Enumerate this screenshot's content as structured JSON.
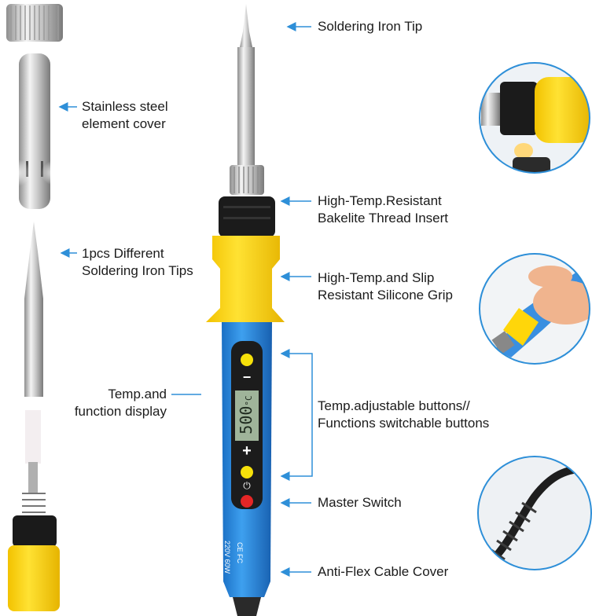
{
  "labels": {
    "tip": [
      "Soldering Iron Tip"
    ],
    "cover": [
      "Stainless steel",
      "element cover"
    ],
    "tips": [
      "1pcs Different",
      "Soldering Iron Tips"
    ],
    "insert": [
      "High-Temp.Resistant",
      "Bakelite Thread Insert"
    ],
    "grip": [
      "High-Temp.and Slip",
      "Resistant Silicone Grip"
    ],
    "display": [
      "Temp.and",
      "function display"
    ],
    "buttons": [
      "Temp.adjustable buttons//",
      "Functions switchable buttons"
    ],
    "switch": [
      "Master Switch"
    ],
    "cable": [
      "Anti-Flex Cable Cover"
    ]
  },
  "device": {
    "display_value": "500",
    "display_unit": "°C",
    "minus_symbol": "−",
    "plus_symbol": "+",
    "power_symbol": "⏻",
    "rating": "220V 60W",
    "marks": "CE FC"
  },
  "colors": {
    "body_blue": "#2f8fdf",
    "grip_yellow": "#ffd60a",
    "steel": "#bfbfbf",
    "arrow": "#2e8fd8",
    "lcd": "#9fb49a"
  }
}
